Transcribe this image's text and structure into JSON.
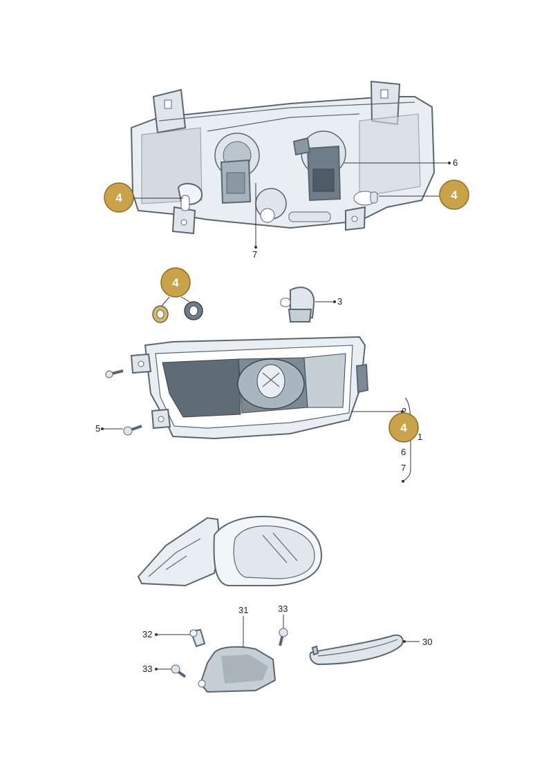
{
  "callouts": {
    "label": "4",
    "color": "#c9a24a",
    "stroke": "#8a6d22"
  },
  "labels": {
    "p6": "6",
    "p7": "7",
    "p3": "3",
    "p5": "5",
    "p2": "2",
    "p1": "1",
    "p6b": "6",
    "p7b": "7",
    "p31": "31",
    "p33a": "33",
    "p32": "32",
    "p33b": "33",
    "p30": "30"
  },
  "colors": {
    "part_fill": "#e9eef2",
    "part_shade": "#c5cfd6",
    "part_dark": "#8b98a2",
    "outline": "#5a6570",
    "highlight_part": "#d9b65a"
  }
}
